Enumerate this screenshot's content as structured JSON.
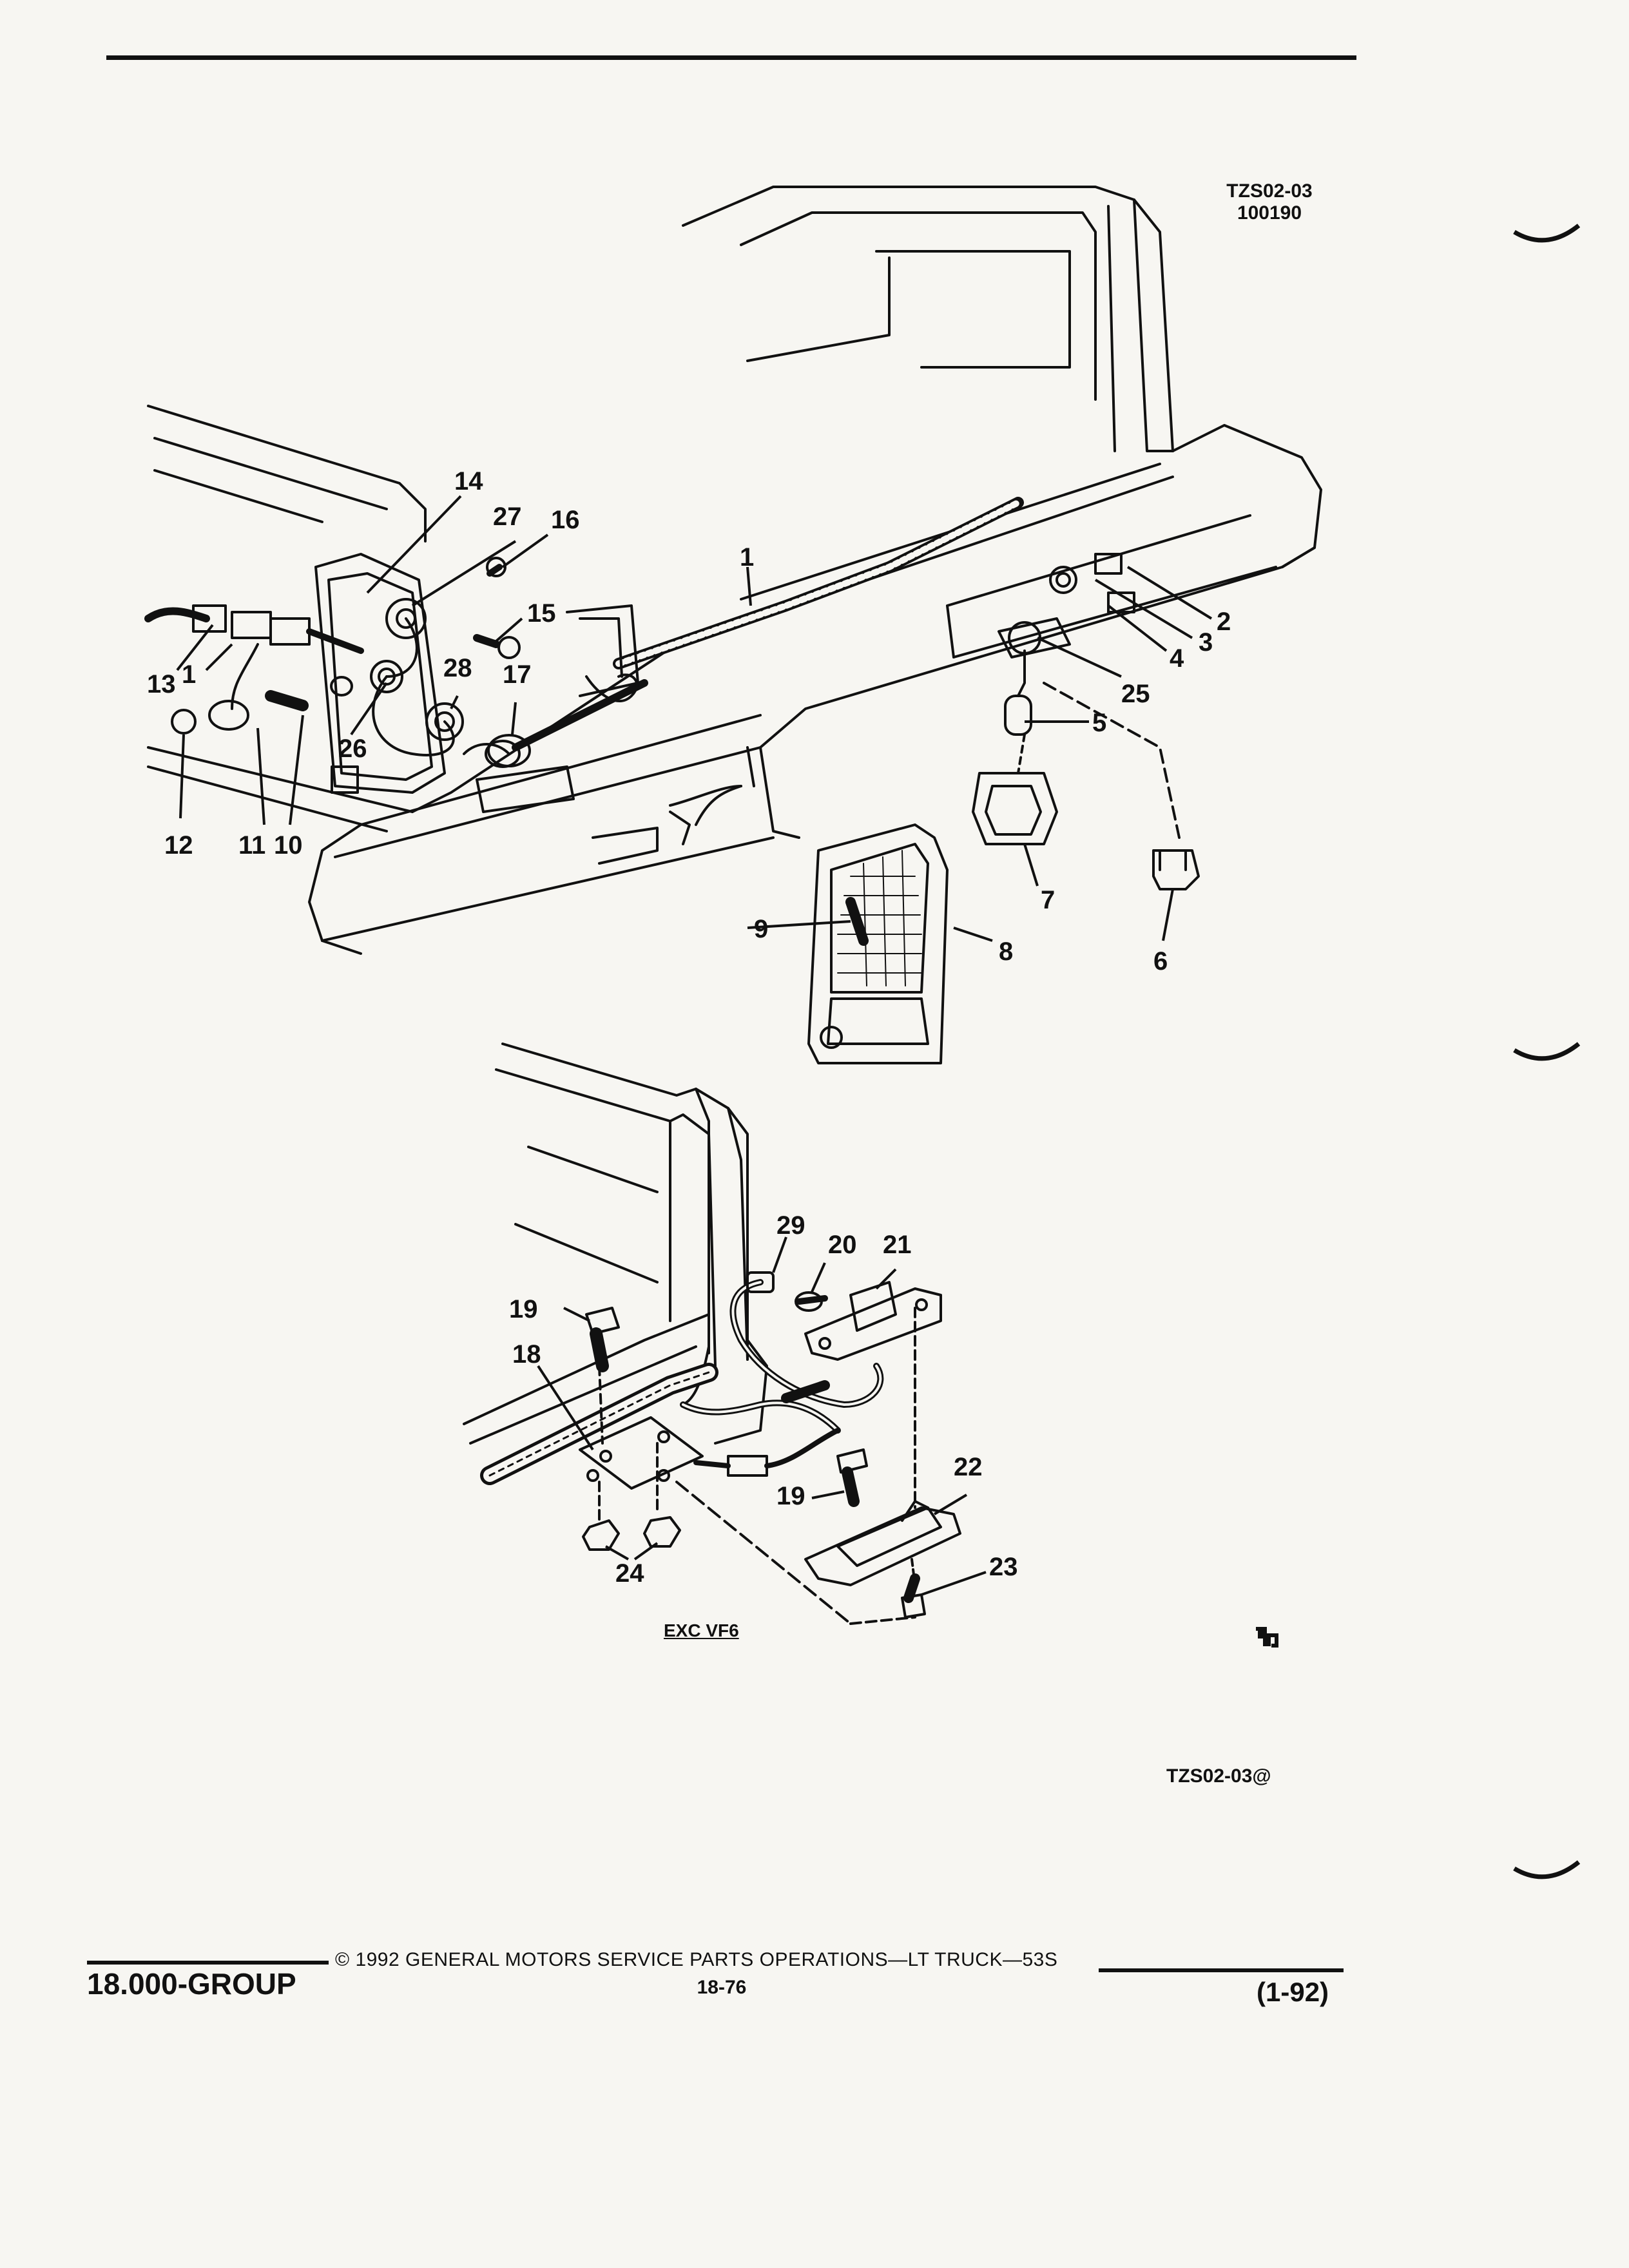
{
  "header": {
    "illustration_code": "TZS02-03",
    "illustration_date": "100190"
  },
  "diagram": {
    "callouts": [
      "1",
      "2",
      "3",
      "4",
      "5",
      "6",
      "7",
      "8",
      "9",
      "10",
      "11",
      "12",
      "13",
      "14",
      "15",
      "16",
      "17",
      "18",
      "19",
      "20",
      "21",
      "22",
      "23",
      "24",
      "25",
      "26",
      "27",
      "28",
      "29"
    ],
    "variant_label": "EXC VF6",
    "figure_ref": "TZS02-03@"
  },
  "footer": {
    "group": "18.000-GROUP",
    "copyright": "© 1992 GENERAL MOTORS SERVICE PARTS OPERATIONS—LT TRUCK—53S",
    "page": "18-76",
    "revision": "(1-92)"
  }
}
